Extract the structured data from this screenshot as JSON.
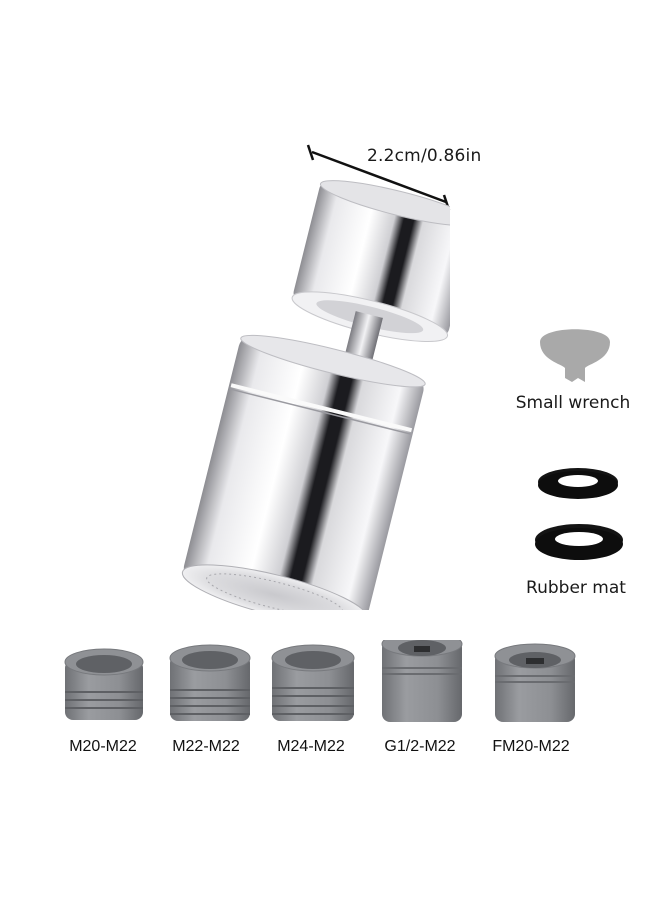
{
  "product": {
    "name": "faucet-aerator-kit",
    "dimension_label": "2.2cm/0.86in"
  },
  "accessories": [
    {
      "label": "Small wrench",
      "icon": "wrench-icon"
    },
    {
      "label": "Rubber mat",
      "icon": "rubber-washer-icon"
    }
  ],
  "adapters": [
    {
      "label": "M20-M22"
    },
    {
      "label": "M22-M22"
    },
    {
      "label": "M24-M22"
    },
    {
      "label": "G1/2-M22"
    },
    {
      "label": "FM20-M22"
    }
  ],
  "colors": {
    "background": "#ffffff",
    "chrome_light": "#f4f4f6",
    "chrome_dark": "#1b1b1f",
    "adapter_gray": "#8a8c90",
    "wrench_gray": "#a8a8a8",
    "rubber_black": "#141414"
  }
}
